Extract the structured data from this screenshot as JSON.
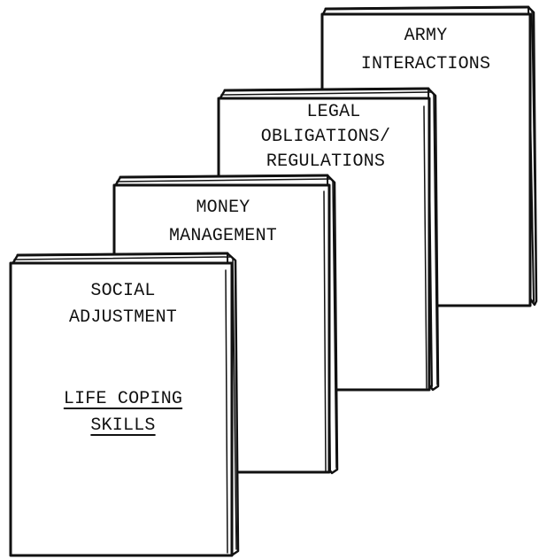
{
  "books": [
    {
      "id": "army-interactions",
      "lines": [
        "ARMY",
        "INTERACTIONS"
      ]
    },
    {
      "id": "legal-obligations",
      "lines": [
        "LEGAL",
        "OBLIGATIONS/",
        "REGULATIONS"
      ]
    },
    {
      "id": "money-management",
      "lines": [
        "MONEY",
        "MANAGEMENT"
      ]
    },
    {
      "id": "social-adjustment",
      "lines": [
        "SOCIAL",
        "ADJUSTMENT"
      ],
      "underlined_lines": [
        "LIFE COPING",
        "SKILLS"
      ]
    }
  ],
  "colors": {
    "ink": "#111111",
    "paper": "#ffffff"
  }
}
